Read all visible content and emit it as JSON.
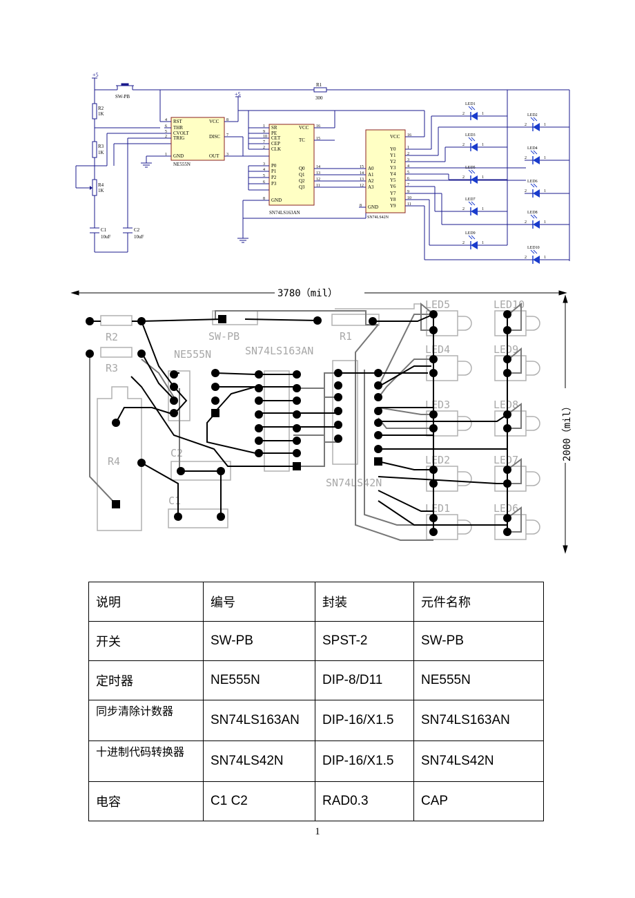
{
  "schematic": {
    "power": [
      "+5",
      "+5"
    ],
    "switch": "SW-PB",
    "resistors": [
      {
        "ref": "R1",
        "value": "300"
      },
      {
        "ref": "R2",
        "value": "1K"
      },
      {
        "ref": "R3",
        "value": "1K"
      },
      {
        "ref": "R4",
        "value": "1K"
      }
    ],
    "capacitors": [
      {
        "ref": "C1",
        "value": "10uF"
      },
      {
        "ref": "C2",
        "value": "10uF"
      }
    ],
    "ne555": {
      "name": "NE555N",
      "left_pins": [
        {
          "num": "4",
          "label": "RST"
        },
        {
          "num": "6",
          "label": "THR"
        },
        {
          "num": "5",
          "label": "CVOLT"
        },
        {
          "num": "2",
          "label": "TRIG"
        },
        {
          "num": "1",
          "label": "GND"
        }
      ],
      "right_pins": [
        {
          "num": "8",
          "label": "VCC"
        },
        {
          "num": "7",
          "label": "DISC"
        },
        {
          "num": "3",
          "label": "OUT"
        }
      ]
    },
    "counter": {
      "name": "SN74LS163AN",
      "left_pins": [
        {
          "num": "1",
          "label": "SR"
        },
        {
          "num": "9",
          "label": "PE"
        },
        {
          "num": "10",
          "label": "CET"
        },
        {
          "num": "7",
          "label": "CEP"
        },
        {
          "num": "2",
          "label": "CLK"
        },
        {
          "num": "3",
          "label": "P0"
        },
        {
          "num": "4",
          "label": "P1"
        },
        {
          "num": "5",
          "label": "P2"
        },
        {
          "num": "6",
          "label": "P3"
        },
        {
          "num": "8",
          "label": "GND"
        }
      ],
      "right_pins": [
        {
          "num": "16",
          "label": "VCC"
        },
        {
          "num": "15",
          "label": "TC"
        },
        {
          "num": "14",
          "label": "Q0"
        },
        {
          "num": "13",
          "label": "Q1"
        },
        {
          "num": "12",
          "label": "Q2"
        },
        {
          "num": "11",
          "label": "Q3"
        }
      ]
    },
    "decoder": {
      "name": "SN74LS42N",
      "left_pins": [
        {
          "num": "15",
          "label": "A0"
        },
        {
          "num": "14",
          "label": "A1"
        },
        {
          "num": "13",
          "label": "A2"
        },
        {
          "num": "12",
          "label": "A3"
        },
        {
          "num": "8",
          "label": "GND"
        }
      ],
      "right_pins": [
        {
          "num": "16",
          "label": "VCC"
        },
        {
          "num": "1",
          "label": "Y0"
        },
        {
          "num": "2",
          "label": "Y1"
        },
        {
          "num": "3",
          "label": "Y2"
        },
        {
          "num": "4",
          "label": "Y3"
        },
        {
          "num": "5",
          "label": "Y4"
        },
        {
          "num": "6",
          "label": "Y5"
        },
        {
          "num": "7",
          "label": "Y6"
        },
        {
          "num": "9",
          "label": "Y7"
        },
        {
          "num": "10",
          "label": "Y8"
        },
        {
          "num": "11",
          "label": "Y9"
        }
      ]
    },
    "leds_left": [
      "LED1",
      "LED3",
      "LED5",
      "LED7",
      "LED9"
    ],
    "leds_right": [
      "LED2",
      "LED4",
      "LED6",
      "LED8",
      "LED10"
    ],
    "led_pins": [
      "2",
      "1"
    ]
  },
  "pcb": {
    "width_dim": "3780（mil）",
    "height_dim": "2000（mil）",
    "labels": {
      "r2": "R2",
      "r3": "R3",
      "r4": "R4",
      "sw": "SW-PB",
      "r1": "R1",
      "ne555": "NE555N",
      "counter": "SN74LS163AN",
      "decoder": "SN74LS42N",
      "c1": "C1",
      "c2": "C2"
    },
    "leds_left": [
      "LED5",
      "LED4",
      "LED3",
      "LED2",
      "LED1"
    ],
    "leds_right": [
      "LED10",
      "LED9",
      "LED8",
      "LED7",
      "LED6"
    ]
  },
  "table": {
    "header": [
      "说明",
      "编号",
      "封装",
      "元件名称"
    ],
    "rows": [
      [
        "开关",
        "SW-PB",
        "SPST-2",
        "SW-PB"
      ],
      [
        "定时器",
        "NE555N",
        "DIP-8/D11",
        "NE555N"
      ],
      [
        "同步清除计数器",
        "SN74LS163AN",
        "DIP-16/X1.5",
        "SN74LS163AN"
      ],
      [
        "十进制代码转换器",
        "SN74LS42N",
        "DIP-16/X1.5",
        "SN74LS42N"
      ],
      [
        "电容",
        "C1 C2",
        "RAD0.3",
        "CAP"
      ]
    ]
  },
  "page_number": "1"
}
